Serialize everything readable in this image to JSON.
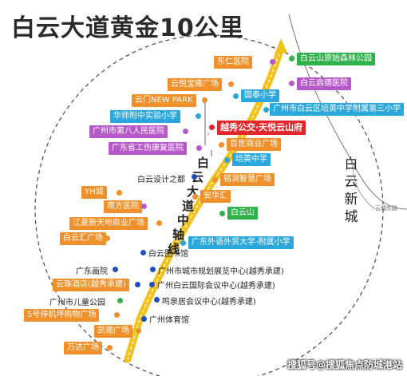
{
  "title": "白云大道黄金10公里",
  "center": "越秀公交·天悦云山府",
  "road_label": [
    "白",
    "云",
    "大",
    "道",
    "中",
    "轴",
    "线"
  ],
  "district_label": [
    "白",
    "云",
    "新",
    "城"
  ],
  "small_road": "云城东路",
  "labels": {
    "dongren": "东仁医院",
    "forest": "白云山原始森林公园",
    "yunyue": "云悦宝雍广场",
    "qide": "白云启德医院",
    "guotai": "国泰小学",
    "yunmen": "云门NEW PARK",
    "peiying_third": "广州市白云区培英中学附属第三小学",
    "huashi": "华师附中实验小学",
    "eighth": "广州市第八人民医院",
    "baishi": "百世商业广场",
    "rehab": "广东省工伤康复医院",
    "peiying": "培英中学",
    "design": "白云设计之都",
    "mingrun": "铭润智慧广场",
    "yh": "YH城",
    "anhua": "安华汇",
    "nanfang": "南方医院",
    "baiyunshan": "白云山",
    "jiangxia": "江夏新天地商业广场",
    "baiyunhui": "白云汇广场",
    "library": "白云图书馆",
    "foreign": "广东外语外贸大学-附属小学",
    "painting": "广东画院",
    "planning": "广州市城市规划展览中心(越秀承建)",
    "yunzhu": "云珠酒店(越秀承建)",
    "conference": "广州白云国际会议中心(越秀承建)",
    "children": "广州市儿童公园",
    "mingquan": "鸣泉居会议中心(越秀承建)",
    "tarmac": "5号停机坪购物广场",
    "gymnasium": "广州体育馆",
    "kaide": "凯德广场",
    "wanda": "万达广场"
  },
  "watermark": "搜狐号@搜狐焦点防城港站",
  "colors": {
    "orange": "#f0902a",
    "purple": "#b659c8",
    "blue": "#2aa8de",
    "green": "#2fb24b",
    "red": "#e3262b",
    "road": "#f3c21a"
  }
}
